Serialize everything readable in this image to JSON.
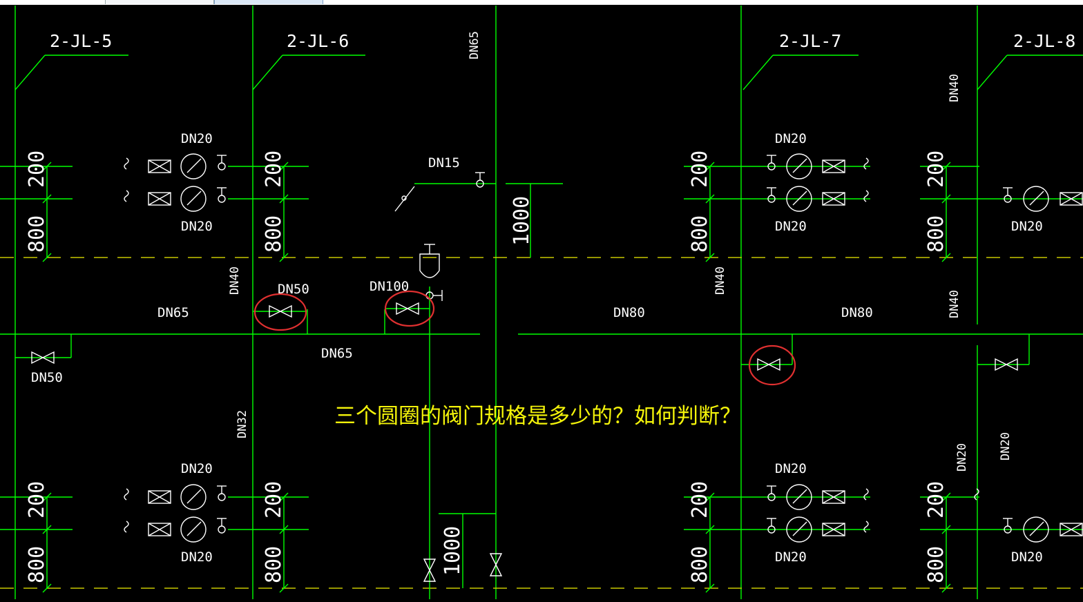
{
  "riser_labels": [
    "2-JL-5",
    "2-JL-6",
    "2-JL-7",
    "2-JL-8"
  ],
  "dimensions": {
    "upper": "200",
    "lower": "800",
    "floor_height": "1000"
  },
  "pipe_sizes": {
    "branch_dn20": "DN20",
    "dn15": "DN15",
    "dn40": "DN40",
    "dn50": "DN50",
    "dn100": "DN100",
    "dn65": "DN65",
    "dn80": "DN80",
    "dn32": "DN32"
  },
  "question": "三个圆圈的阀门规格是多少的？如何判断？",
  "colors": {
    "background": "#000000",
    "pipe": "#00ff00",
    "symbol": "#ffffff",
    "highlight": "#e03030",
    "annotation": "#f4f40a"
  }
}
